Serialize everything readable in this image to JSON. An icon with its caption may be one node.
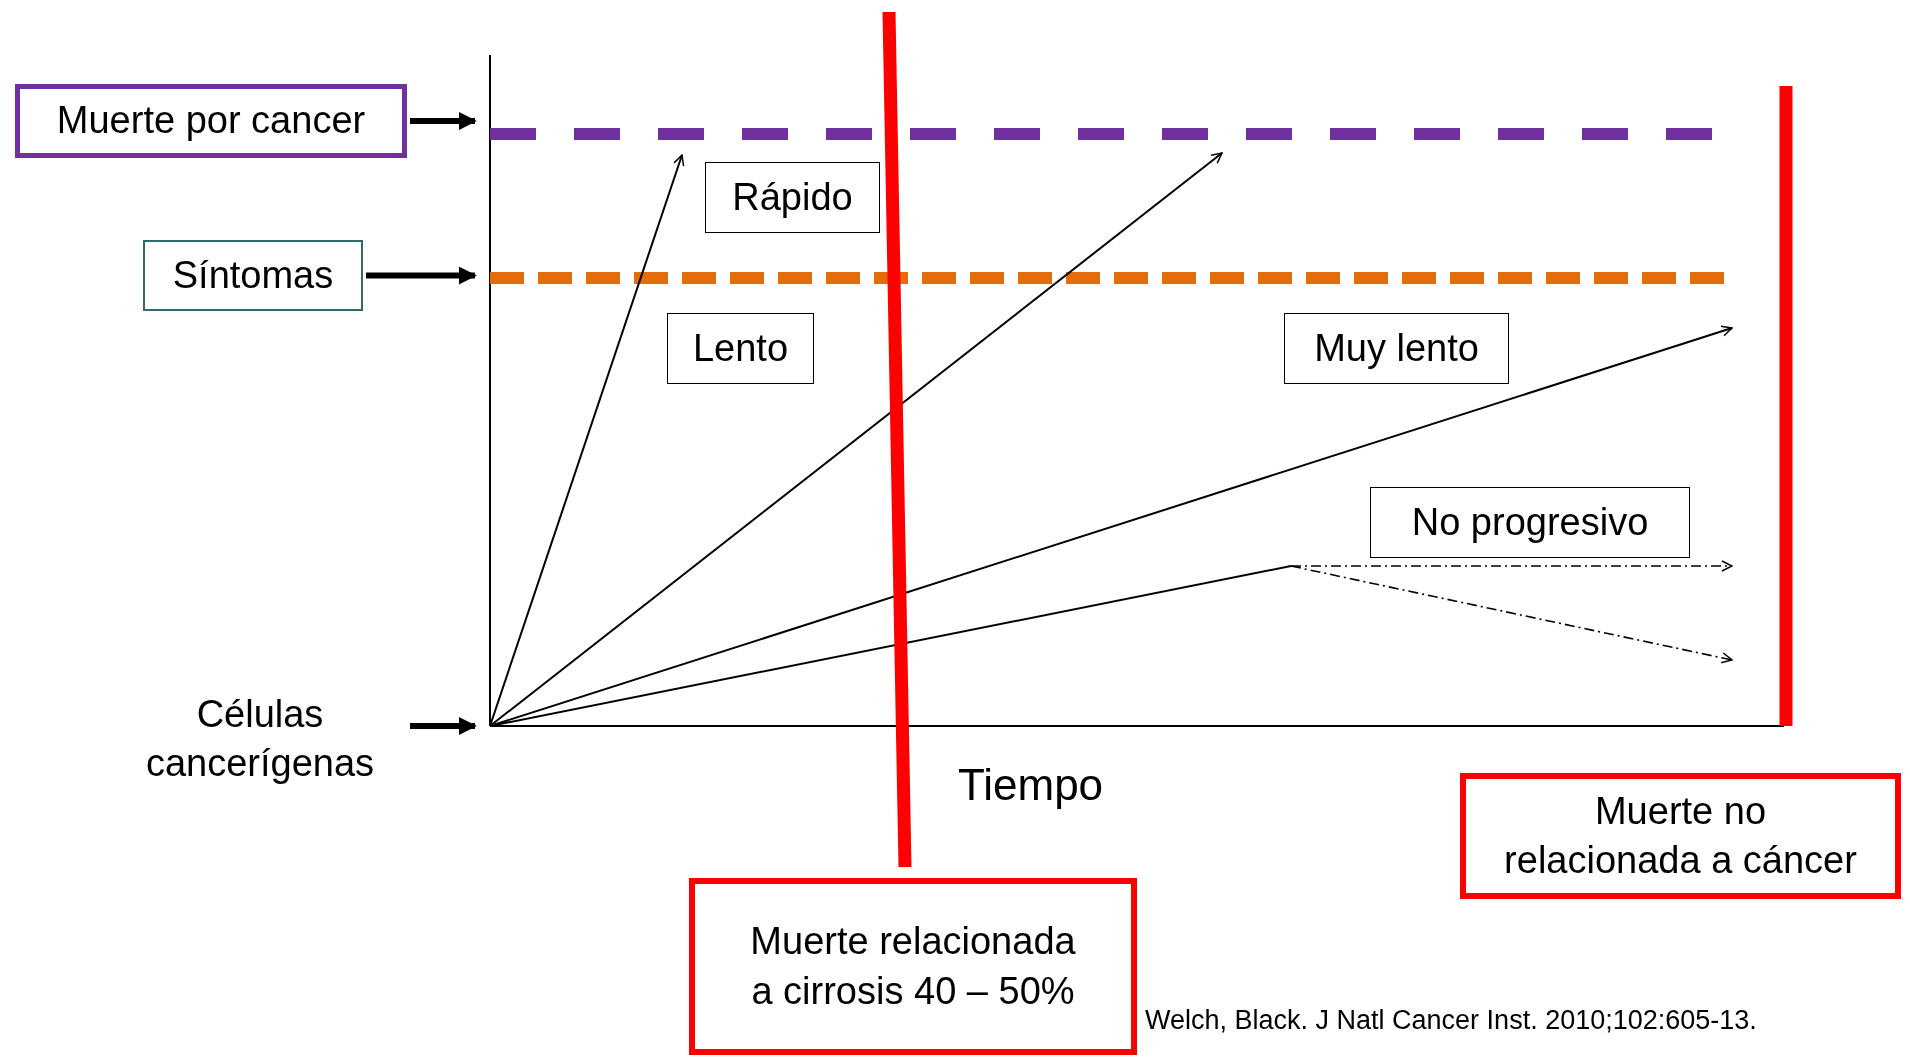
{
  "diagram": {
    "nodes": [
      {
        "text": [
          "Muerte por cancer"
        ]
      },
      {
        "text": [
          "Síntomas"
        ]
      },
      {
        "text": [
          "Células cancerígenas"
        ]
      },
      {
        "text": [
          "Rápido"
        ]
      },
      {
        "text": [
          "Lento"
        ]
      },
      {
        "text": [
          "Muy lento"
        ]
      },
      {
        "text": [
          "No  progresivo"
        ]
      },
      {
        "text": [
          "Muerte relacionada a cirrosis 40 – 50%"
        ]
      },
      {
        "text": [
          "Muerte no relacionada a cáncer"
        ]
      }
    ],
    "edges": [
      {
        "from": 0,
        "to": null,
        "arrow": "to"
      },
      {
        "from": 1,
        "to": null,
        "arrow": "to"
      },
      {
        "from": 2,
        "to": null,
        "arrow": "to"
      }
    ],
    "labels": [
      "Tiempo",
      "Welch, Black. J Natl Cancer Inst. 2010;102:605-13."
    ]
  }
}
